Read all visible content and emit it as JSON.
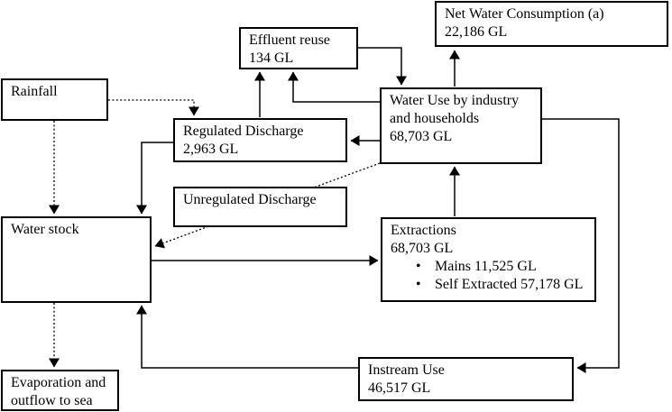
{
  "diagram": {
    "nodes": {
      "rainfall": {
        "label": "Rainfall"
      },
      "net_water_consumption": {
        "label": "Net Water Consumption (a)",
        "value": "22,186 GL"
      },
      "effluent_reuse": {
        "label": "Effluent reuse",
        "value": "134 GL"
      },
      "water_use": {
        "label_line1": "Water Use by industry",
        "label_line2": "and households",
        "value": "68,703 GL"
      },
      "regulated_discharge": {
        "label": "Regulated Discharge",
        "value": "2,963 GL"
      },
      "unregulated_discharge": {
        "label": "Unregulated Discharge"
      },
      "water_stock": {
        "label": "Water stock"
      },
      "extractions": {
        "label": "Extractions",
        "value": "68,703 GL",
        "bullet_glyph": "•",
        "bullets": [
          "Mains 11,525 GL",
          "Self Extracted 57,178 GL"
        ]
      },
      "evaporation": {
        "label_line1": "Evaporation and",
        "label_line2": "outflow to sea"
      },
      "instream_use": {
        "label": "Instream Use",
        "value": "46,517 GL"
      }
    },
    "colors": {
      "line": "#000000",
      "box_border": "#000000",
      "box_fill": "#ffffff",
      "background": "#ffffff"
    }
  }
}
